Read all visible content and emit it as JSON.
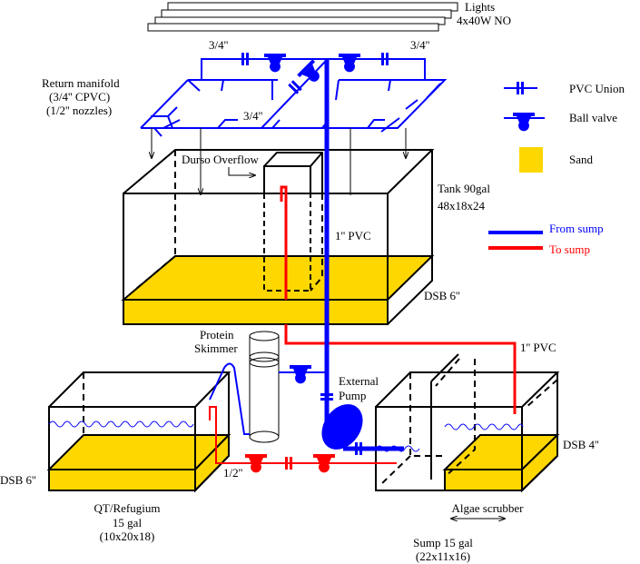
{
  "labels": {
    "lights": "Lights",
    "lights_spec": "4x40W NO",
    "pipe_left": "3/4''",
    "pipe_right": "3/4''",
    "pipe_mid": "3/4''",
    "manifold_1": "Return manifold",
    "manifold_2": "(3/4'' CPVC)",
    "manifold_3": "(1/2'' nozzles)",
    "durso": "Durso Overflow",
    "tank_1": "Tank 90gal",
    "tank_2": "48x18x24",
    "pvc_tank": "1'' PVC",
    "dsb_tank": "DSB 6''",
    "skimmer_1": "Protein",
    "skimmer_2": "Skimmer",
    "pvc_return": "1'' PVC",
    "pump_1": "External",
    "pump_2": "Pump",
    "dsb_sump": "DSB 4''",
    "dsb_refugium": "DSB 6''",
    "half_inch": "1/2''",
    "refugium_1": "QT/Refugium",
    "refugium_2": "15 gal",
    "refugium_3": "(10x20x18)",
    "scrubber": "Algae scrubber",
    "sump_1": "Sump  15 gal",
    "sump_2": "(22x11x16)"
  },
  "legend": {
    "union": "PVC Union",
    "valve": "Ball valve",
    "sand": "Sand",
    "from_sump": "From sump",
    "to_sump": "To sump"
  },
  "colors": {
    "from_sump": "#0000ff",
    "to_sump": "#ff0000",
    "sand": "#ffd700"
  }
}
